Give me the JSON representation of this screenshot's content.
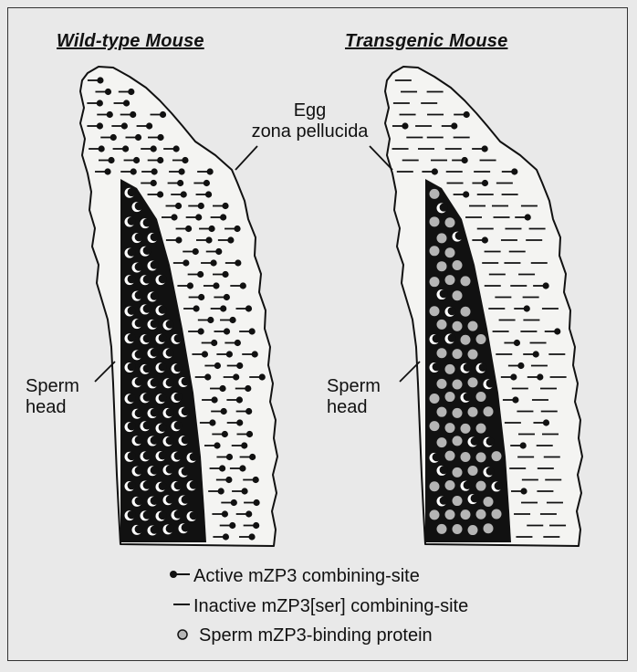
{
  "panels": {
    "left_title": "Wild-type Mouse",
    "right_title": "Transgenic Mouse"
  },
  "labels": {
    "egg_line1": "Egg",
    "egg_line2": "zona pellucida",
    "sperm_left_line1": "Sperm",
    "sperm_left_line2": "head",
    "sperm_right_line1": "Sperm",
    "sperm_right_line2": "head"
  },
  "legend": {
    "active": "Active mZP3 combining-site",
    "inactive": "Inactive mZP3[ser] combining-site",
    "protein": "Sperm mZP3-binding protein"
  },
  "colors": {
    "background": "#e9e9e9",
    "zona_fill": "#f4f4f2",
    "ink": "#111111",
    "protein_gray": "#b5b5b5"
  }
}
